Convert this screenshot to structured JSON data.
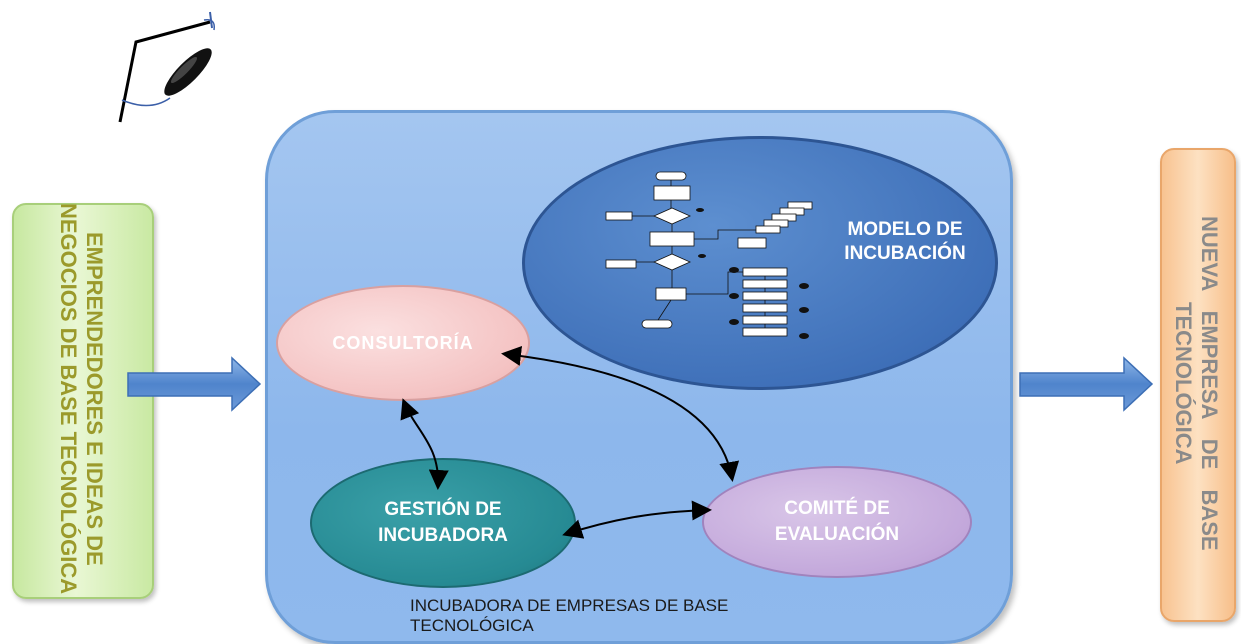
{
  "left_box": {
    "label": "EMPRENDEDORES E IDEAS DE NEGOCIOS DE BASE TECNOLÓGICA"
  },
  "right_box": {
    "label": "NUEVA EMPRESA DE BASE TECNOLÓGICA"
  },
  "incubator": {
    "caption": "INCUBADORA DE EMPRESAS DE BASE TECNOLÓGICA"
  },
  "model": {
    "label": "MODELO DE INCUBACIÓN"
  },
  "consultoria": {
    "label": "CONSULTORÍA"
  },
  "gestion": {
    "label": "GESTIÓN DE INCUBADORA"
  },
  "comite": {
    "label": "COMITÉ DE EVALUACIÓN"
  },
  "colors": {
    "left_box": "#d9f0b8",
    "right_box": "#fbd3a8",
    "incubator": "#9cc2ef",
    "model_oval": "#4a7cc2",
    "consultoria": "#f6cccc",
    "gestion": "#2a8f98",
    "comite": "#c8b0de",
    "arrow": "#5b8fd3"
  },
  "icons": [
    "hand-drawn-logo-icon",
    "flowchart-thumbnail",
    "input-arrow-icon",
    "output-arrow-icon"
  ]
}
